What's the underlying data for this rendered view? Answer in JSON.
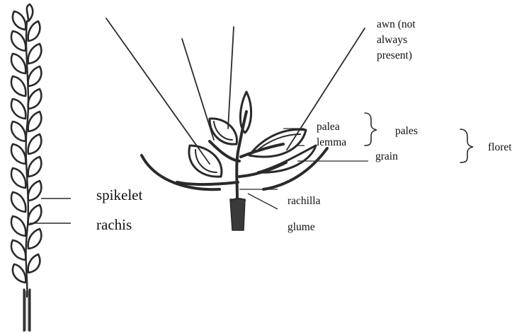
{
  "labels": {
    "awn": "awn (not always present)",
    "palea": "palea",
    "lemma": "lemma",
    "pales": "pales",
    "grain": "grain",
    "floret": "floret",
    "spikelet": "spikelet",
    "rachis": "rachis",
    "rachilla": "rachilla",
    "glume": "glume"
  },
  "colors": {
    "ink": "#111111",
    "stroke": "#2a2a2a"
  }
}
